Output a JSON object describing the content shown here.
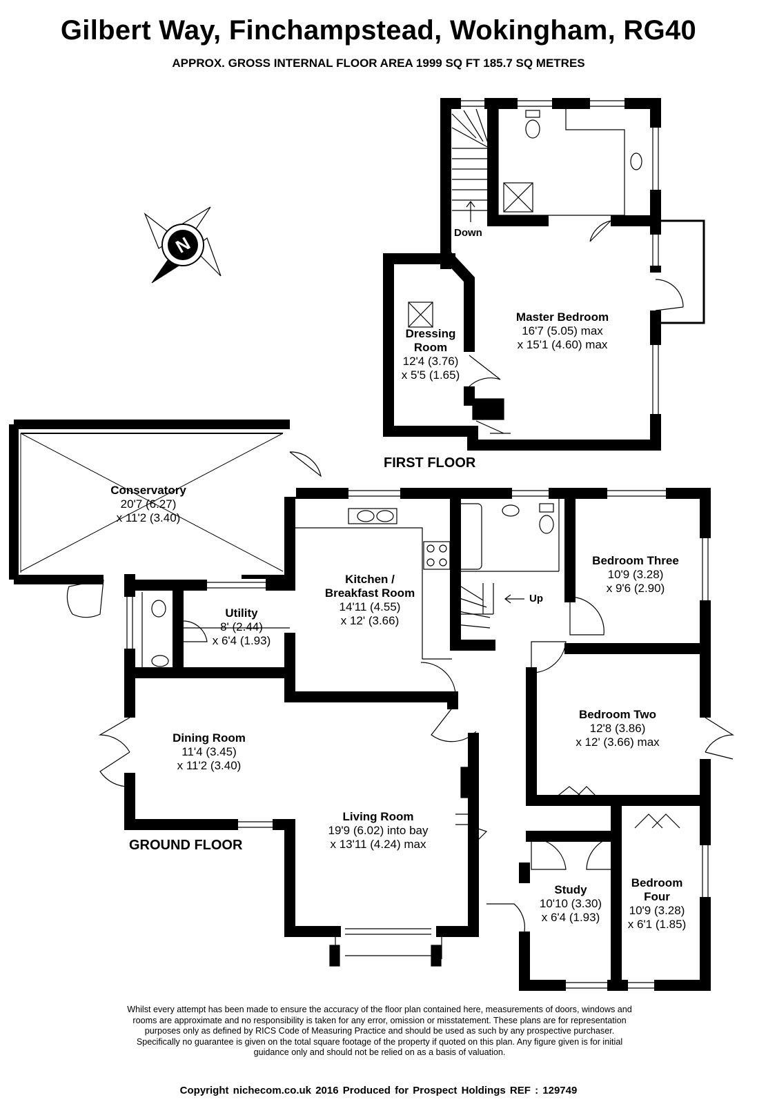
{
  "header": {
    "title": "Gilbert Way, Finchampstead, Wokingham, RG40",
    "subtitle": "APPROX. GROSS INTERNAL FLOOR AREA 1999 SQ FT 185.7 SQ METRES"
  },
  "floors": {
    "first": "FIRST FLOOR",
    "ground": "GROUND FLOOR"
  },
  "compass": {
    "letter": "N",
    "icon": "compass-icon"
  },
  "stairs": {
    "down": "Down",
    "up": "Up"
  },
  "rooms": {
    "master_bedroom": {
      "name": "Master Bedroom",
      "dim1": "16'7 (5.05) max",
      "dim2": "x 15'1 (4.60) max"
    },
    "dressing_room": {
      "name1": "Dressing",
      "name2": "Room",
      "dim1": "12'4 (3.76)",
      "dim2": "x 5'5 (1.65)"
    },
    "conservatory": {
      "name": "Conservatory",
      "dim1": "20'7 (6.27)",
      "dim2": "x 11'2 (3.40)"
    },
    "kitchen": {
      "name1": "Kitchen /",
      "name2": "Breakfast Room",
      "dim1": "14'11 (4.55)",
      "dim2": "x 12' (3.66)"
    },
    "bedroom_three": {
      "name": "Bedroom Three",
      "dim1": "10'9 (3.28)",
      "dim2": "x 9'6 (2.90)"
    },
    "utility": {
      "name": "Utility",
      "dim1": "8' (2.44)",
      "dim2": "x 6'4 (1.93)"
    },
    "bedroom_two": {
      "name": "Bedroom Two",
      "dim1": "12'8 (3.86)",
      "dim2": "x 12' (3.66) max"
    },
    "dining_room": {
      "name": "Dining Room",
      "dim1": "11'4 (3.45)",
      "dim2": "x 11'2 (3.40)"
    },
    "living_room": {
      "name": "Living Room",
      "dim1": "19'9 (6.02) into bay",
      "dim2": "x 13'11 (4.24) max"
    },
    "study": {
      "name": "Study",
      "dim1": "10'10 (3.30)",
      "dim2": "x 6'4 (1.93)"
    },
    "bedroom_four": {
      "name1": "Bedroom",
      "name2": "Four",
      "dim1": "10'9 (3.28)",
      "dim2": "x 6'1 (1.85)"
    }
  },
  "disclaimer": [
    "Whilst every attempt has been made to ensure the accuracy of the floor plan contained here, measurements of doors, windows and",
    "rooms are approximate and no responsibility is taken for any error, omission or misstatement. These plans are for representation",
    "purposes only as defined by RICS Code of Measuring Practice and should be used as such by any prospective purchaser.",
    "Specifically no guarantee is given on the total square footage of the property if quoted on this plan. Any figure given is for initial",
    "guidance only and should not be relied on as a basis of valuation."
  ],
  "footer": "Copyright nichecom.co.uk 2016   Produced for Prospect Holdings   REF : 129749"
}
